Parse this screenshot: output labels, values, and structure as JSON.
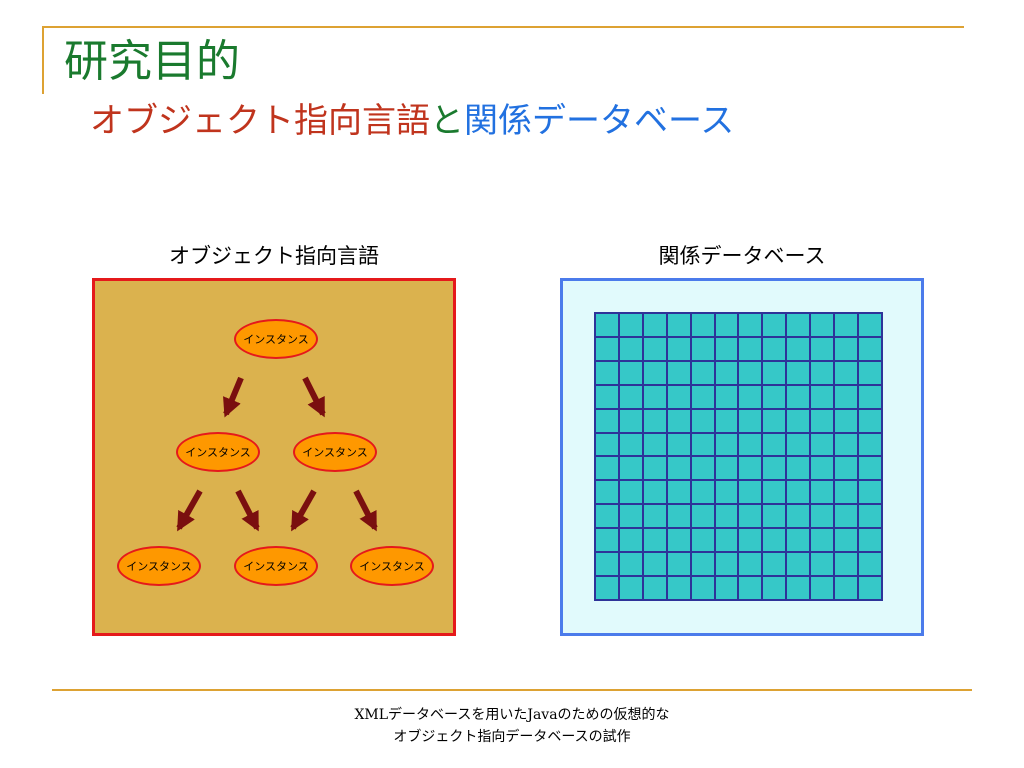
{
  "slide": {
    "title": "研究目的",
    "subtitle": {
      "part1": "オブジェクト指向言語",
      "part2": "と",
      "part3": "関係データベース"
    }
  },
  "left_panel": {
    "label": "オブジェクト指向言語",
    "instance_label": "インスタンス"
  },
  "right_panel": {
    "label": "関係データベース",
    "table_rows": 12,
    "table_cols": 12
  },
  "footer": {
    "line1": "XMLデータベースを用いたJavaのための仮想的な",
    "line2": "オブジェクト指向データベースの試作"
  },
  "colors": {
    "title": "#1A7A2E",
    "subtitle_red": "#C0341D",
    "subtitle_blue": "#2271E0",
    "rule": "#DDA233",
    "oop_background": "#DBB24E",
    "oop_border": "#E5191B",
    "instance_fill": "#FE9800",
    "arrow": "#7A0F0F",
    "db_background": "#E1FAFC",
    "db_border": "#4B7BEB",
    "db_cell": "#36C8C8",
    "db_grid_line": "#2E3399"
  }
}
